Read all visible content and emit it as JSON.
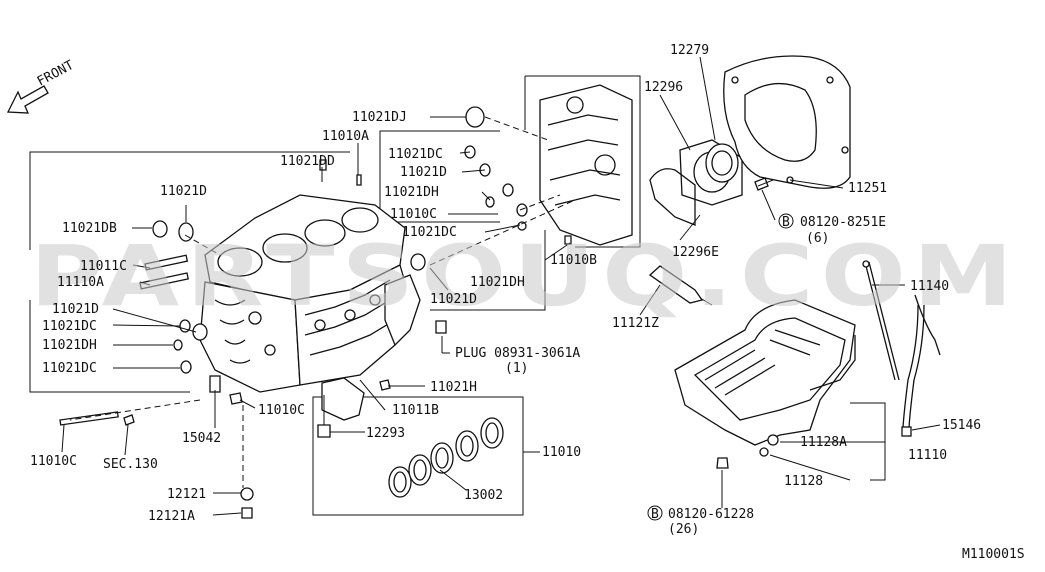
{
  "watermark": "PARTSOUQ.COM",
  "front_label": "FRONT",
  "drawing_code": "M110001S",
  "labels": {
    "p12279": "12279",
    "p12296": "12296",
    "p11021DJ": "11021DJ",
    "p11010A": "11010A",
    "p11021DD": "11021DD",
    "p11021DC_a": "11021DC",
    "p11021D_a": "11021D",
    "p11021DH_a": "11021DH",
    "p11010C_a": "11010C",
    "p11021DC_b": "11021DC",
    "p11021D_b": "11021D",
    "p11021DB": "11021DB",
    "p11011C": "11011C",
    "p11110A": "11110A",
    "p11021D_c": "11021D",
    "p11021DC_c": "11021DC",
    "p11021DH_b": "11021DH",
    "p11021DC_d": "11021DC",
    "p11021D_d": "11021D",
    "p11021DH_c": "11021DH",
    "p11010B": "11010B",
    "p12296E": "12296E",
    "p11251": "11251",
    "p08120_8251E": "08120-8251E",
    "q6": "(6)",
    "p11140": "11140",
    "p11121Z": "11121Z",
    "plug": "PLUG 08931-3061A",
    "q1": "(1)",
    "p11021H": "11021H",
    "p11011B": "11011B",
    "p11010C_b": "11010C",
    "p15042": "15042",
    "p12293": "12293",
    "p11010": "11010",
    "p13002": "13002",
    "p11010C_c": "11010C",
    "sec130": "SEC.130",
    "p12121": "12121",
    "p12121A": "12121A",
    "p15146": "15146",
    "p11128A": "11128A",
    "p11110": "11110",
    "p11128": "11128",
    "p08120_61228": "08120-61228",
    "q26": "(26)",
    "bolt_b": "B"
  }
}
